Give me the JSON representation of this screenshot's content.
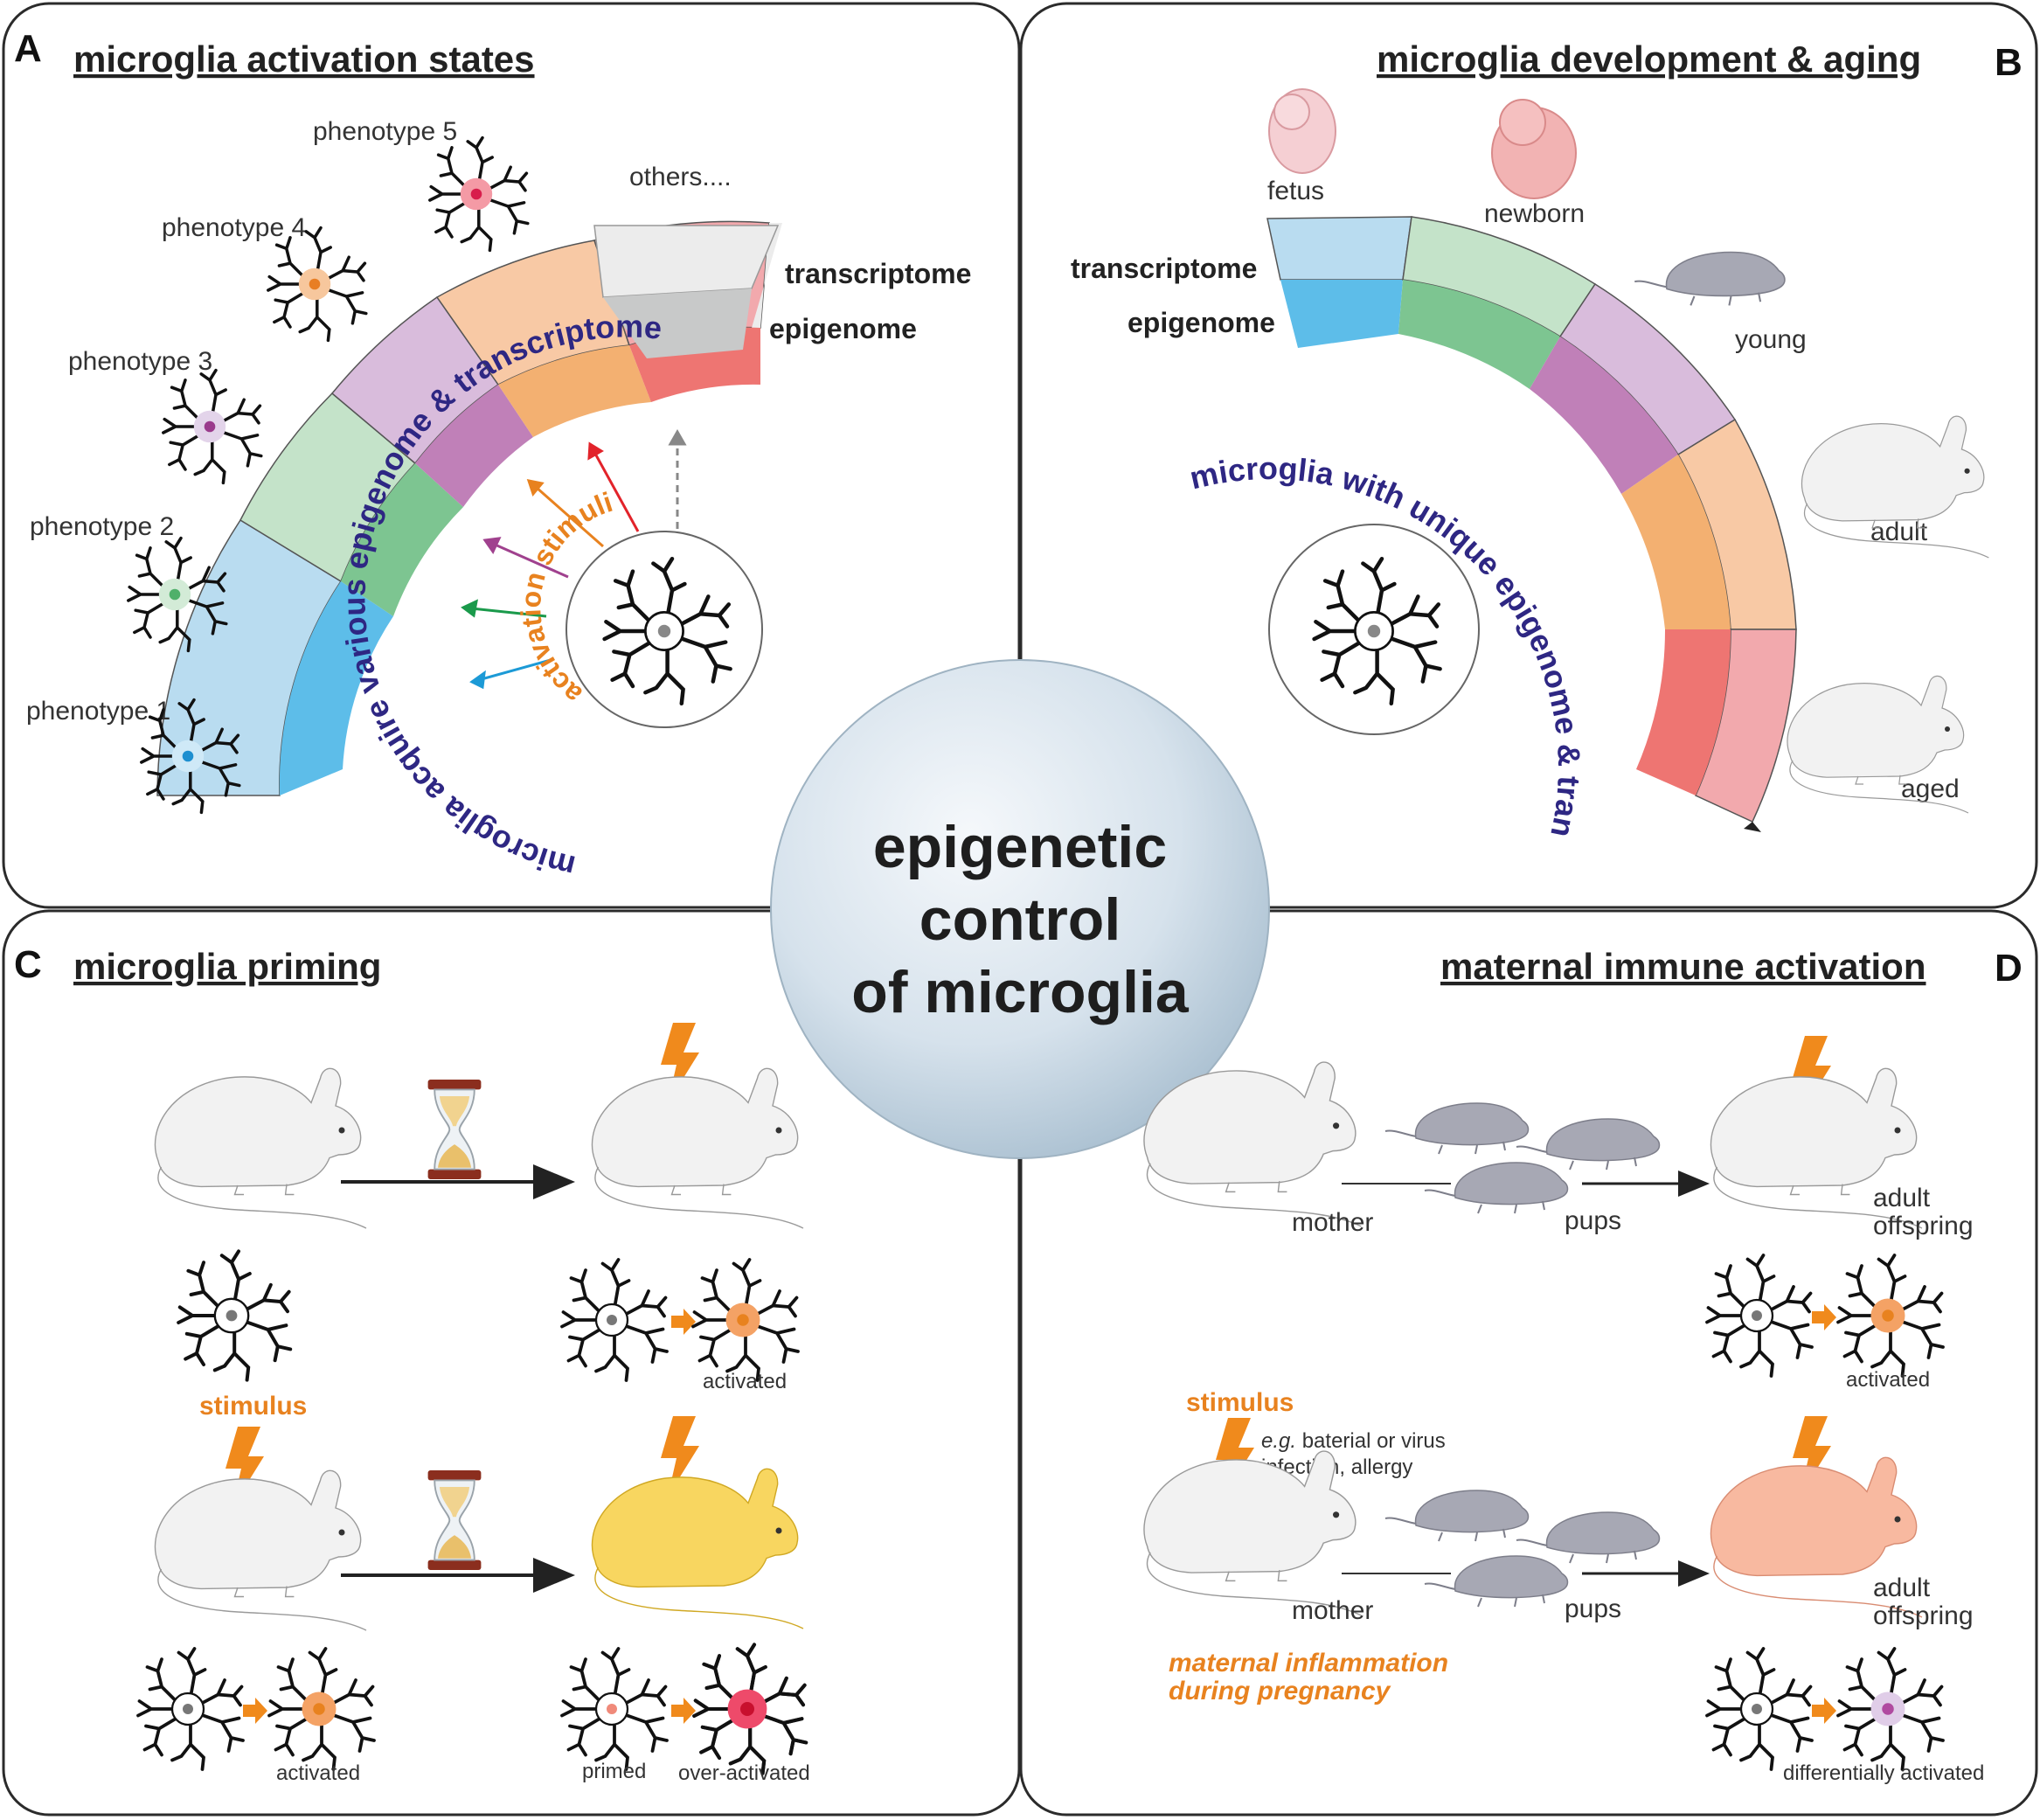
{
  "center": {
    "line1": "epigenetic",
    "line2": "control",
    "line3": "of microglia"
  },
  "panelA": {
    "letter": "A",
    "title": "microglia activation states",
    "phenotypes": [
      "phenotype 1",
      "phenotype 2",
      "phenotype 3",
      "phenotype 4",
      "phenotype 5"
    ],
    "others": "others....",
    "transcriptome": "transcriptome",
    "epigenome": "epigenome",
    "arc_text": "microglia acquire various epigenome & transcriptome",
    "stimuli_text": "activation stimuli"
  },
  "panelB": {
    "letter": "B",
    "title": "microglia development & aging",
    "stages": [
      "fetus",
      "newborn",
      "young",
      "adult",
      "aged"
    ],
    "transcriptome": "transcriptome",
    "epigenome": "epigenome",
    "arc_text": "microglia with unique epigenome & transcriptome"
  },
  "panelC": {
    "letter": "C",
    "title": "microglia priming",
    "activated_top": "activated",
    "stimulus": "stimulus",
    "activated_bottom": "activated",
    "primed": "primed",
    "over_activated": "over-activated"
  },
  "panelD": {
    "letter": "D",
    "title": "maternal immune activation",
    "mother_top": "mother",
    "pups_top": "pups",
    "offspring_top_1": "adult",
    "offspring_top_2": "offspring",
    "activated": "activated",
    "stimulus": "stimulus",
    "eg": "e.g.",
    "infection_1": " baterial or virus",
    "infection_2": "infection, allergy",
    "mother_bottom": "mother",
    "pups_bottom": "pups",
    "offspring_bottom_1": "adult",
    "offspring_bottom_2": "offspring",
    "inflammation_1": "maternal inflammation",
    "inflammation_2": "during pregnancy",
    "differentially": "differentially activated"
  },
  "colors": {
    "blue": "#5dbde9",
    "blue_light": "#b9dcf0",
    "green": "#7dc591",
    "green_light": "#c4e3c9",
    "purple": "#c080b8",
    "purple_light": "#d9bcdc",
    "orange": "#f3b071",
    "orange_light": "#f8c9a5",
    "red": "#ee7572",
    "red_light": "#f2a9ad",
    "gray": "#c8c9c9",
    "gray_light": "#ececec",
    "bolt": "#f08a1c",
    "text_purple": "#2e2783"
  }
}
